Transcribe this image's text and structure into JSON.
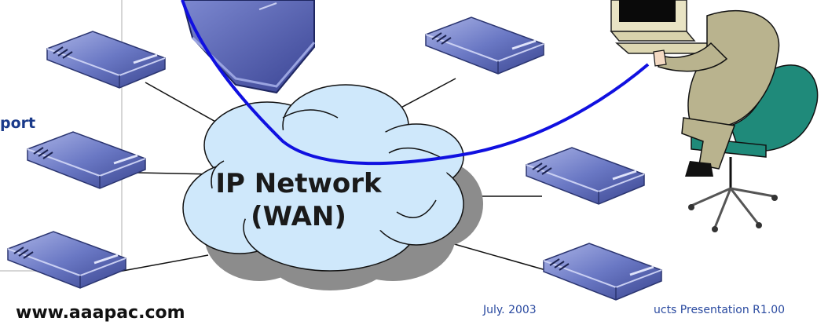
{
  "diagram": {
    "cloud_label_line1": "IP Network",
    "cloud_label_line2": "(WAN)",
    "side_label": "port"
  },
  "footer": {
    "website": "www.aaapac.com",
    "date": "July. 2003",
    "presentation": "ucts Presentation R1.00"
  },
  "colors": {
    "cloud_fill": "#cfe8fb",
    "cloud_shadow": "#8a8a8a",
    "device_blue": "#5a68b8",
    "link_line": "#1010e0",
    "label_blue": "#1a3a8a",
    "footer_blue": "#2a4aa0",
    "chair_green": "#1f8a7a",
    "suit_khaki": "#b9b38e"
  },
  "icons": [
    "router-device-icon",
    "network-cloud-icon",
    "operator-workstation-icon"
  ]
}
